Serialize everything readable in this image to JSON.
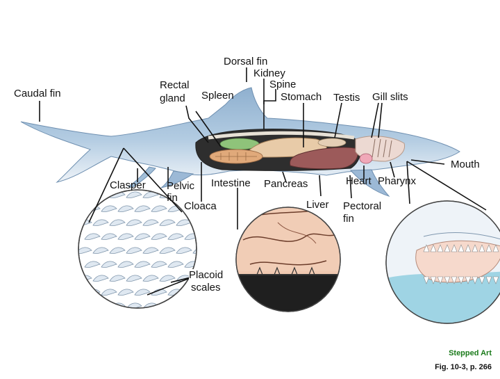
{
  "labels": {
    "dorsal_fin": "Dorsal fin",
    "kidney": "Kidney",
    "spine": "Spine",
    "rectal_gland_1": "Rectal",
    "rectal_gland_2": "gland",
    "spleen": "Spleen",
    "stomach": "Stomach",
    "testis": "Testis",
    "gill_slits": "Gill slits",
    "caudal_fin": "Caudal fin",
    "mouth": "Mouth",
    "clasper": "Clasper",
    "pelvic_fin_1": "Pelvic",
    "pelvic_fin_2": "fin",
    "cloaca": "Cloaca",
    "intestine": "Intestine",
    "pancreas": "Pancreas",
    "liver": "Liver",
    "heart": "Heart",
    "pharynx": "Pharynx",
    "pectoral_fin_1": "Pectoral",
    "pectoral_fin_2": "fin",
    "placoid_scales_1": "Placoid",
    "placoid_scales_2": "scales"
  },
  "footer": {
    "stepped_art": "Stepped Art",
    "figure_ref": "Fig. 10-3, p. 266"
  },
  "colors": {
    "shark_body": "#a9c4dd",
    "shark_dark": "#7d9fc0",
    "belly": "#eef3f8",
    "cavity": "#2b2b2b",
    "stomach": "#e8cba8",
    "liver": "#9c5a5a",
    "green_organ": "#8fc37a",
    "footer_green": "#1a7a1a"
  }
}
